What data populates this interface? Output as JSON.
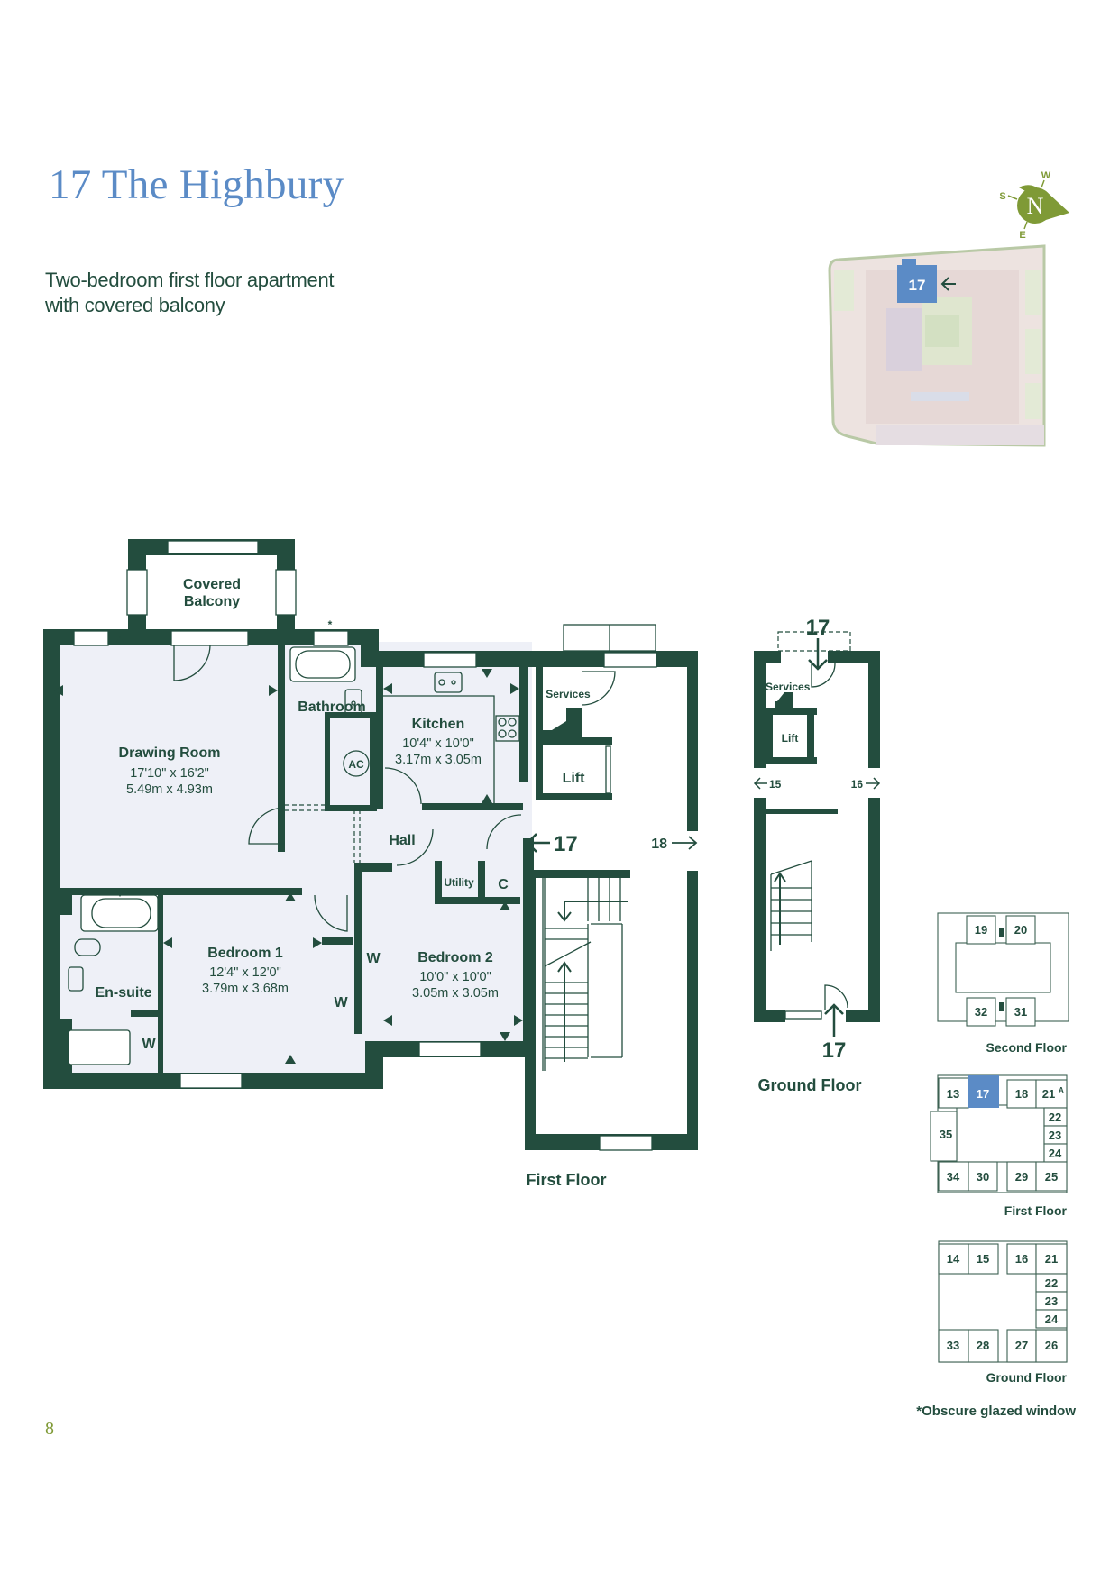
{
  "header": {
    "title": "17 The Highbury",
    "subtitle_line1": "Two-bedroom first floor apartment",
    "subtitle_line2": "with covered balcony"
  },
  "colors": {
    "title_blue": "#5b8bc6",
    "wall_green": "#234d3e",
    "floor_fill": "#eef0f7",
    "compass_green": "#7f9a36",
    "highlight_blue": "#5b8bc6"
  },
  "compass": {
    "north": "N",
    "west": "W",
    "south": "S",
    "east": "E",
    "icon": "compass-leaf-icon"
  },
  "site_plan": {
    "unit_label": "17",
    "arrow": "arrow-left-icon"
  },
  "first_floor_plan": {
    "caption": "First Floor",
    "rooms": {
      "covered_balcony": {
        "line1": "Covered",
        "line2": "Balcony"
      },
      "drawing_room": {
        "name": "Drawing Room",
        "imperial": "17'10\" x 16'2\"",
        "metric": "5.49m x 4.93m"
      },
      "bathroom": {
        "name": "Bathroom"
      },
      "kitchen": {
        "name": "Kitchen",
        "imperial": "10'4\" x 10'0\"",
        "metric": "3.17m x 3.05m"
      },
      "hall": {
        "name": "Hall"
      },
      "utility": {
        "name": "Utility"
      },
      "cupboard": {
        "name": "C"
      },
      "airing_cupboard": {
        "name": "AC"
      },
      "bedroom1": {
        "name": "Bedroom 1",
        "imperial": "12'4\" x 12'0\"",
        "metric": "3.79m x 3.68m"
      },
      "bedroom2": {
        "name": "Bedroom 2",
        "imperial": "10'0\" x 10'0\"",
        "metric": "3.05m x 3.05m"
      },
      "ensuite": {
        "name": "En-suite"
      },
      "wardrobe": {
        "name": "W"
      },
      "services": {
        "name": "Services"
      },
      "lift": {
        "name": "Lift"
      }
    },
    "obscure_marker": "*",
    "entry_label": "17",
    "neighbour_label": "18"
  },
  "ground_floor_plan": {
    "caption": "Ground Floor",
    "services": "Services",
    "lift": "Lift",
    "top_label": "17",
    "bottom_label": "17",
    "left_label": "15",
    "right_label": "16"
  },
  "key_plans": {
    "second_floor": {
      "caption": "Second Floor",
      "units": [
        "19",
        "20",
        "32",
        "31"
      ]
    },
    "first_floor": {
      "caption": "First Floor",
      "units": [
        "13",
        "17",
        "18",
        "21",
        "35",
        "22",
        "23",
        "24",
        "34",
        "30",
        "29",
        "25"
      ],
      "superscript": "A",
      "highlighted": "17"
    },
    "ground_floor": {
      "caption": "Ground Floor",
      "units": [
        "14",
        "15",
        "16",
        "21",
        "22",
        "23",
        "24",
        "33",
        "28",
        "27",
        "26"
      ]
    }
  },
  "footnote": "*Obscure glazed window",
  "page_number": "8"
}
